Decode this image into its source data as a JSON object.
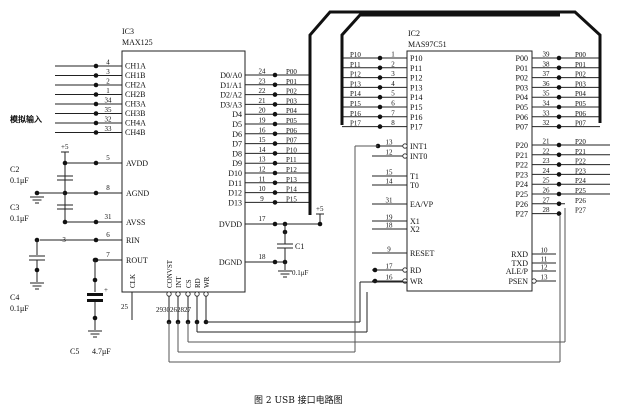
{
  "caption": "图 2  USB 接口电路图",
  "ic3": {
    "ref": "IC3",
    "part": "MAX125",
    "left_pins": [
      {
        "num": "4",
        "name": "CH1A"
      },
      {
        "num": "3",
        "name": "CH1B"
      },
      {
        "num": "2",
        "name": "CH2A"
      },
      {
        "num": "1",
        "name": "CH2B"
      },
      {
        "num": "34",
        "name": "CH3A"
      },
      {
        "num": "35",
        "name": "CH3B"
      },
      {
        "num": "32",
        "name": "CH4A"
      },
      {
        "num": "33",
        "name": "CH4B"
      }
    ],
    "power_pins": [
      {
        "num": "5",
        "name": "AVDD"
      },
      {
        "num": "8",
        "name": "AGND"
      },
      {
        "num": "31",
        "name": "AVSS"
      },
      {
        "num": "6",
        "name": "RIN"
      },
      {
        "num": "7",
        "name": "ROUT"
      }
    ],
    "right_pins": [
      {
        "num": "24",
        "name": "D0/A0",
        "net": "P00"
      },
      {
        "num": "23",
        "name": "D1/A1",
        "net": "P01"
      },
      {
        "num": "22",
        "name": "D2/A2",
        "net": "P02"
      },
      {
        "num": "21",
        "name": "D3/A3",
        "net": "P03"
      },
      {
        "num": "20",
        "name": "D4",
        "net": "P04"
      },
      {
        "num": "19",
        "name": "D5",
        "net": "P05"
      },
      {
        "num": "16",
        "name": "D6",
        "net": "P06"
      },
      {
        "num": "15",
        "name": "D7",
        "net": "P07"
      },
      {
        "num": "14",
        "name": "D8",
        "net": "P10"
      },
      {
        "num": "13",
        "name": "D9",
        "net": "P11"
      },
      {
        "num": "12",
        "name": "D10",
        "net": "P12"
      },
      {
        "num": "11",
        "name": "D11",
        "net": "P13"
      },
      {
        "num": "10",
        "name": "D12",
        "net": "P14"
      },
      {
        "num": "9",
        "name": "D13",
        "net": "P15"
      }
    ],
    "dvdd": {
      "num": "17",
      "name": "DVDD"
    },
    "dgnd": {
      "num": "18",
      "name": "DGND"
    },
    "bottom_pins": [
      {
        "num": "25",
        "name": "CLK"
      },
      {
        "num": "29",
        "name": "CONVST"
      },
      {
        "num": "30",
        "name": "INT"
      },
      {
        "num": "26",
        "name": "CS"
      },
      {
        "num": "28",
        "name": "RD"
      },
      {
        "num": "27",
        "name": "WR"
      }
    ],
    "bottom_nums_label": "2930262827"
  },
  "ic2": {
    "ref": "IC2",
    "part": "MAS97C51",
    "left_pins": [
      {
        "num": "1",
        "name": "P10",
        "net": "P10"
      },
      {
        "num": "2",
        "name": "P11",
        "net": "P11"
      },
      {
        "num": "3",
        "name": "P12",
        "net": "P12"
      },
      {
        "num": "4",
        "name": "P13",
        "net": "P13"
      },
      {
        "num": "5",
        "name": "P14",
        "net": "P14"
      },
      {
        "num": "6",
        "name": "P15",
        "net": "P15"
      },
      {
        "num": "7",
        "name": "P16",
        "net": "P16"
      },
      {
        "num": "8",
        "name": "P17",
        "net": "P17"
      }
    ],
    "left_ctrl": [
      {
        "num": "13",
        "name": "INT1"
      },
      {
        "num": "12",
        "name": "INT0"
      },
      {
        "num": "15",
        "name": "T1"
      },
      {
        "num": "14",
        "name": "T0"
      },
      {
        "num": "31",
        "name": "EA/VP"
      },
      {
        "num": "19",
        "name": "X1"
      },
      {
        "num": "18",
        "name": "X2"
      },
      {
        "num": "9",
        "name": "RESET"
      },
      {
        "num": "17",
        "name": "RD"
      },
      {
        "num": "16",
        "name": "WR"
      }
    ],
    "right_p0": [
      {
        "num": "39",
        "name": "P00",
        "net": "P00"
      },
      {
        "num": "38",
        "name": "P01",
        "net": "P01"
      },
      {
        "num": "37",
        "name": "P02",
        "net": "P02"
      },
      {
        "num": "36",
        "name": "P03",
        "net": "P03"
      },
      {
        "num": "35",
        "name": "P04",
        "net": "P04"
      },
      {
        "num": "34",
        "name": "P05",
        "net": "P05"
      },
      {
        "num": "33",
        "name": "P06",
        "net": "P06"
      },
      {
        "num": "32",
        "name": "P07",
        "net": "P07"
      }
    ],
    "right_p2": [
      {
        "num": "21",
        "name": "P20",
        "net": "P20"
      },
      {
        "num": "22",
        "name": "P21",
        "net": "P21"
      },
      {
        "num": "23",
        "name": "P22",
        "net": "P22"
      },
      {
        "num": "24",
        "name": "P23",
        "net": "P23"
      },
      {
        "num": "25",
        "name": "P24",
        "net": "P24"
      },
      {
        "num": "26",
        "name": "P25",
        "net": "P25"
      },
      {
        "num": "27",
        "name": "P26",
        "net": "P26"
      },
      {
        "num": "28",
        "name": "P27",
        "net": "P27"
      }
    ],
    "right_ctrl": [
      {
        "num": "10",
        "name": "RXD"
      },
      {
        "num": "11",
        "name": "TXD"
      },
      {
        "num": "12",
        "name": "ALE/P"
      },
      {
        "num": "13",
        "name": "PSEN"
      }
    ]
  },
  "analog_input_label": "模拟输入",
  "supply": {
    "plus5": "+5",
    "minus3": "-3"
  },
  "components": {
    "c1": {
      "ref": "C1",
      "value": "0.1μF"
    },
    "c2": {
      "ref": "C2",
      "value": "0.1μF"
    },
    "c3": {
      "ref": "C3",
      "value": "0.1μF"
    },
    "c4": {
      "ref": "C4",
      "value": "0.1μF"
    },
    "c5": {
      "ref": "C5",
      "value": "4.7μF",
      "polarity": "+"
    }
  }
}
